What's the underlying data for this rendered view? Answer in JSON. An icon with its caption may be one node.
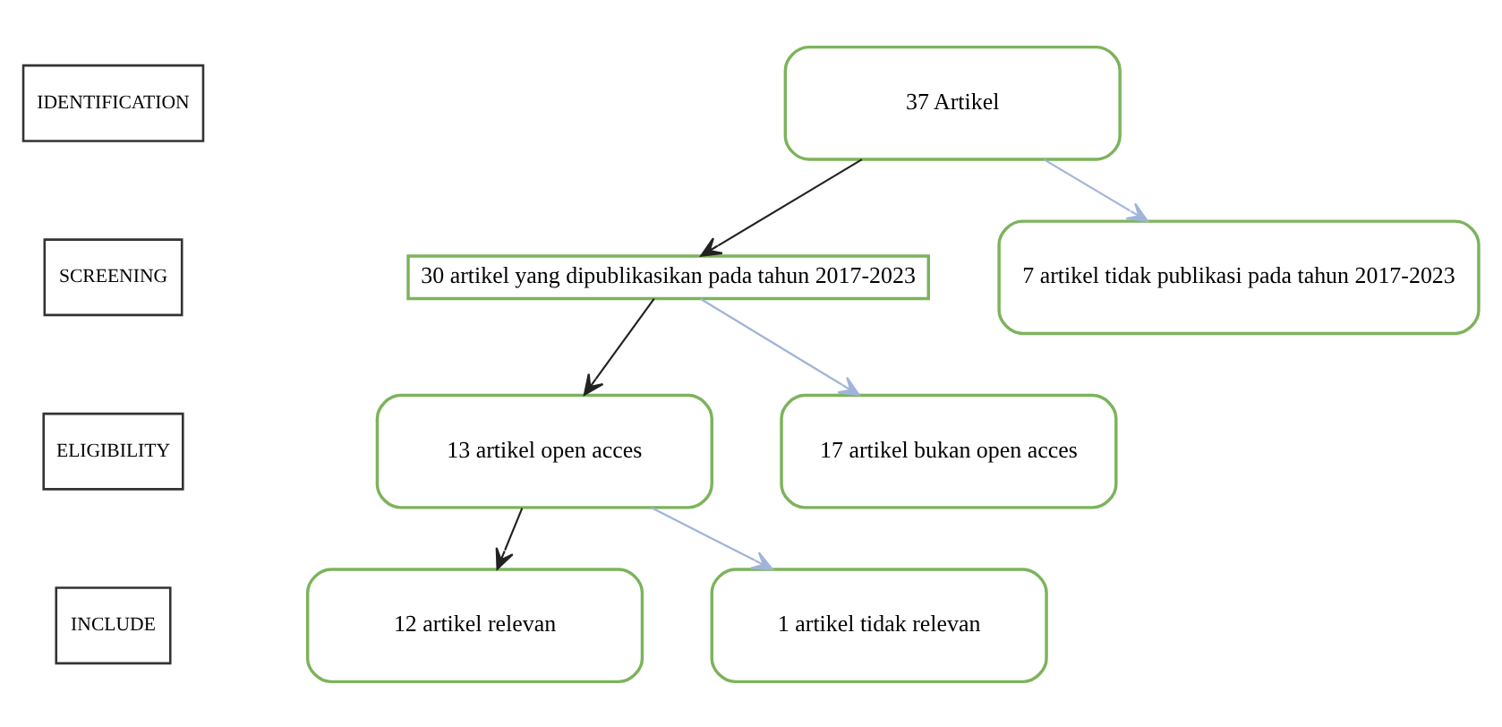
{
  "diagram": {
    "nodes": [
      {
        "text": [
          "IDENTIFICATION"
        ]
      },
      {
        "text": [
          "SCREENING"
        ]
      },
      {
        "text": [
          "ELIGIBILITY"
        ]
      },
      {
        "text": [
          "INCLUDE"
        ]
      },
      {
        "text": [
          "37 Artikel"
        ]
      },
      {
        "text": [
          "30 artikel yang dipublikasikan pada tahun 2017-2023"
        ]
      },
      {
        "text": [
          "7 artikel tidak publikasi pada tahun 2017-2023"
        ]
      },
      {
        "text": [
          "13 artikel open acces"
        ]
      },
      {
        "text": [
          "17 artikel bukan open acces"
        ]
      },
      {
        "text": [
          "12 artikel relevan"
        ]
      },
      {
        "text": [
          "1 artikel tidak relevan"
        ]
      }
    ],
    "edges": [
      {
        "from": 4,
        "to": 5,
        "arrow": "to"
      },
      {
        "from": 4,
        "to": 6,
        "arrow": "to",
        "color": "#9fb4d8"
      },
      {
        "from": 5,
        "to": 7,
        "arrow": "to"
      },
      {
        "from": 5,
        "to": 8,
        "arrow": "to",
        "color": "#9fb4d8"
      },
      {
        "from": 7,
        "to": 9,
        "arrow": "to"
      },
      {
        "from": 7,
        "to": 10,
        "arrow": "to",
        "color": "#9fb4d8"
      }
    ]
  }
}
